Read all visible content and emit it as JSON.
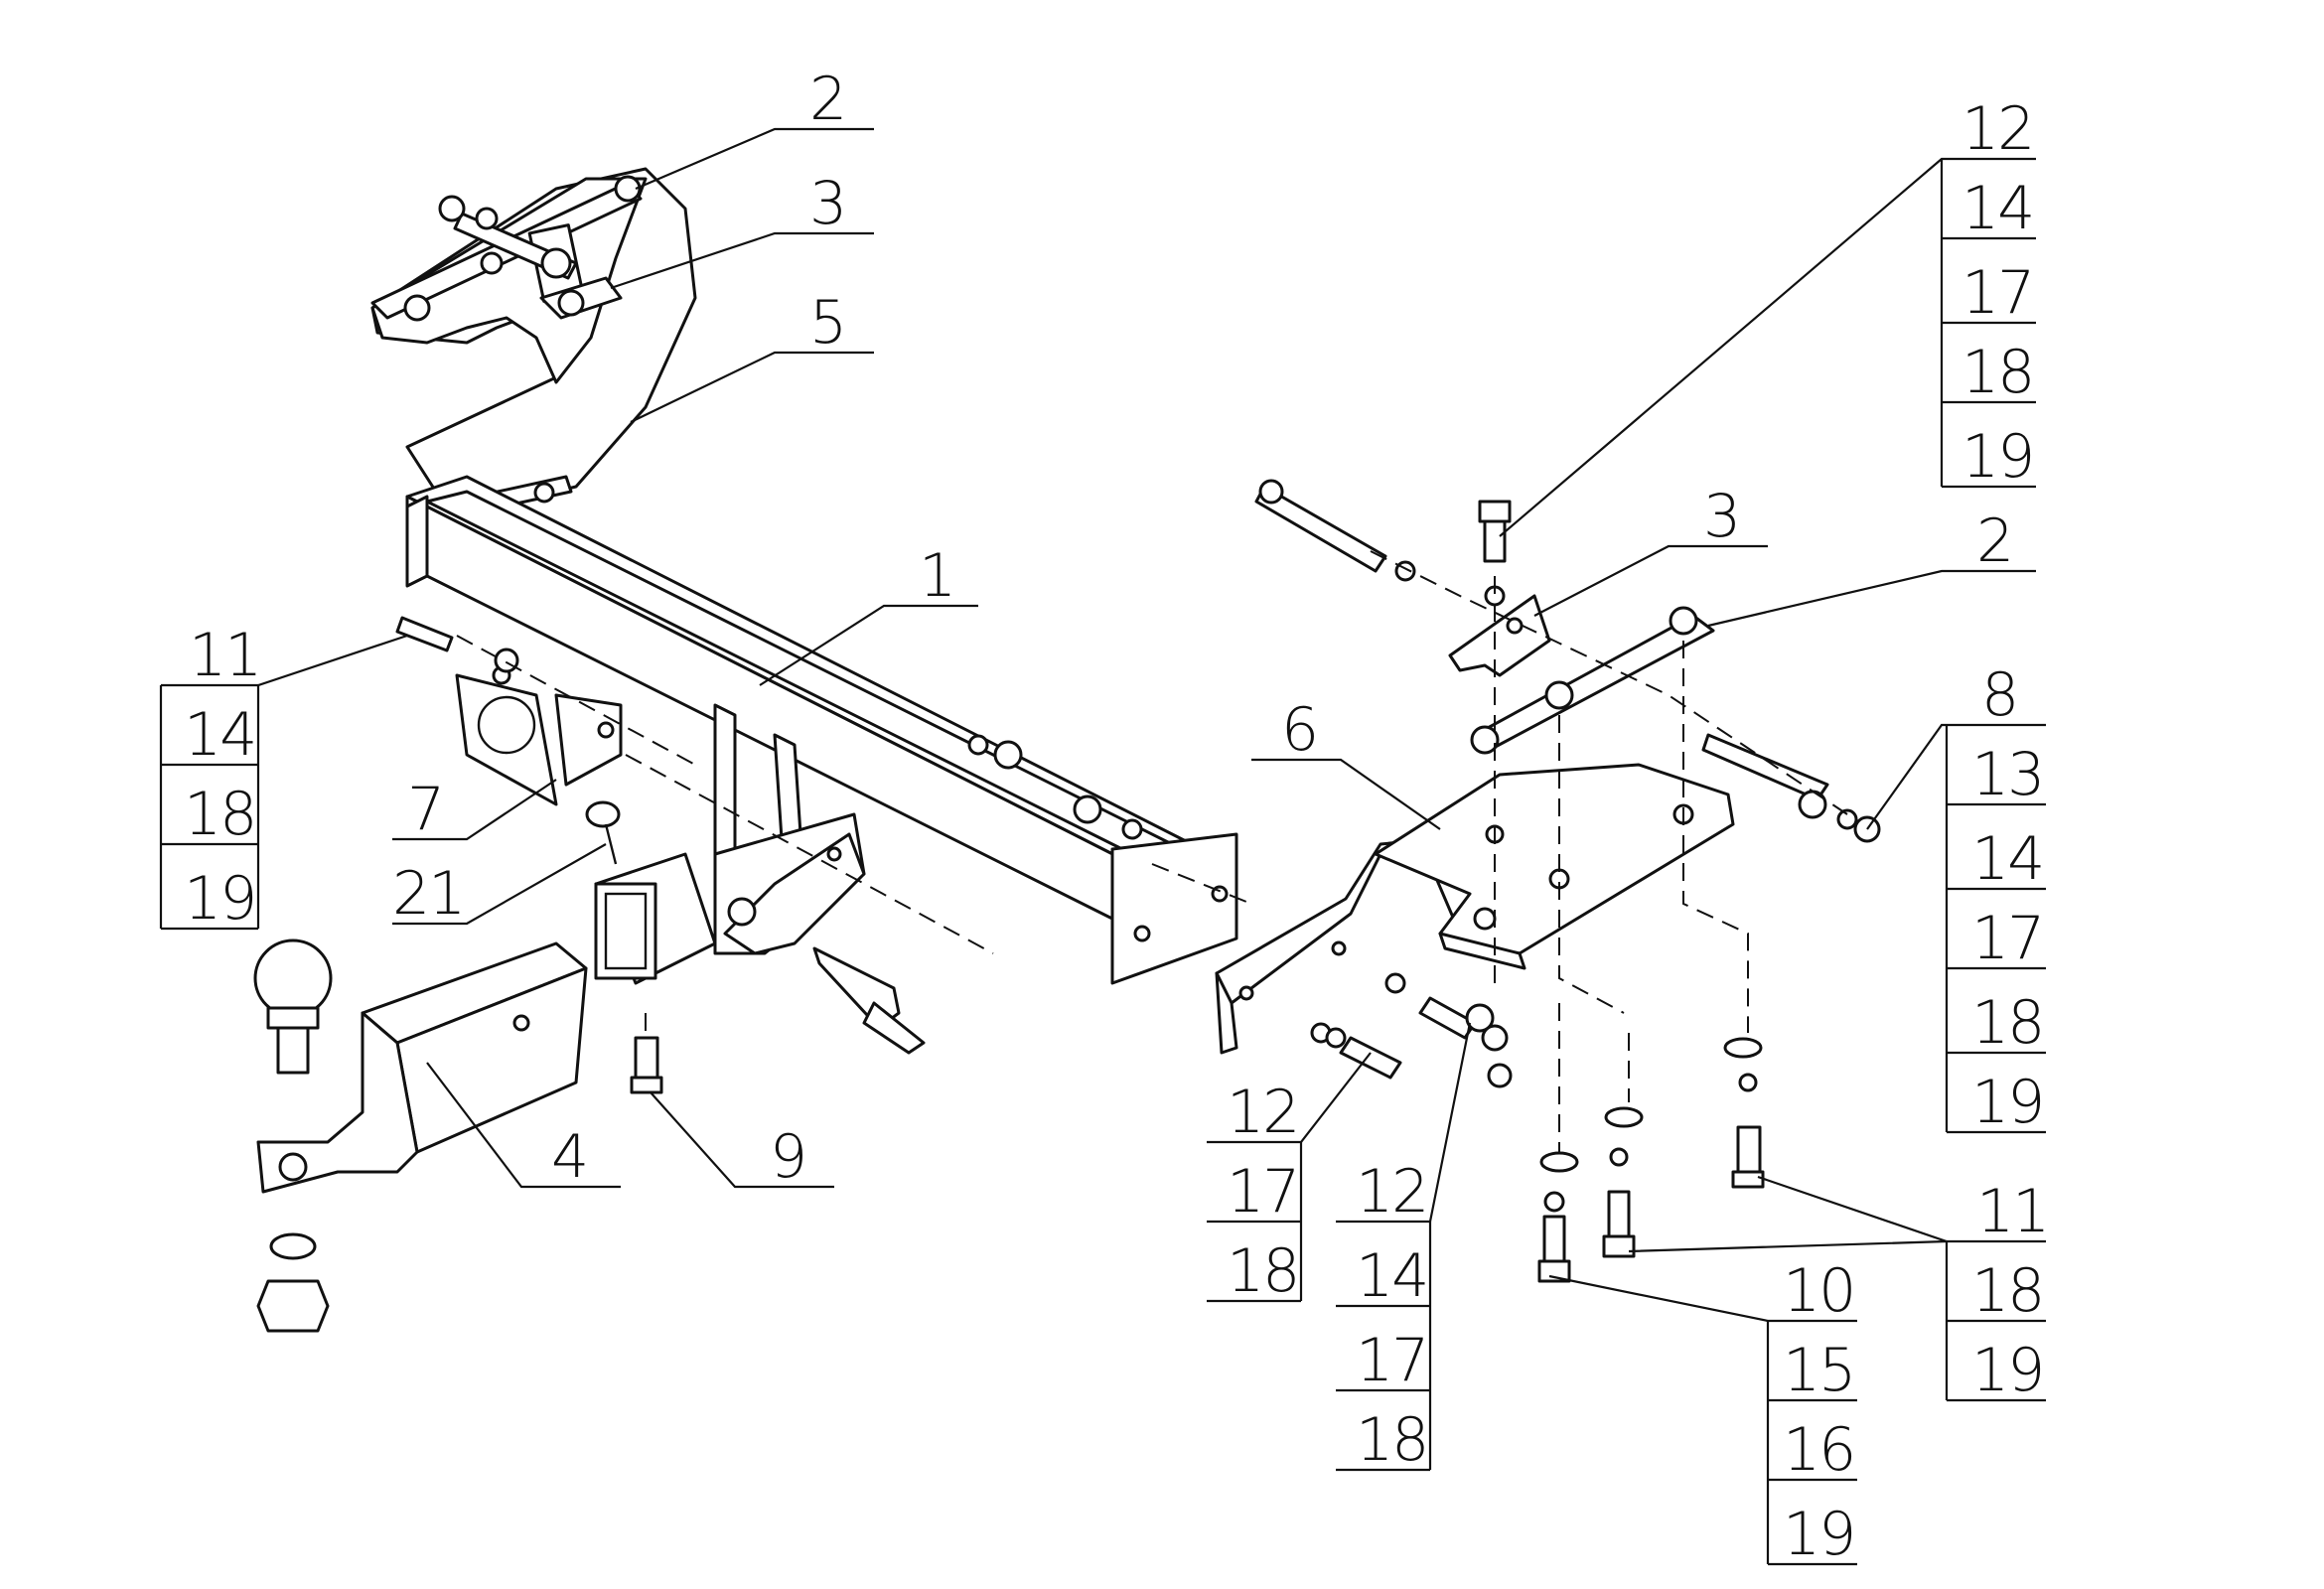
{
  "callouts": {
    "c2_top": "2",
    "c3_top": "3",
    "c5": "5",
    "c1": "1",
    "c11_left": [
      "11",
      "14",
      "18",
      "19"
    ],
    "c7": "7",
    "c21": "21",
    "c4": "4",
    "c9": "9",
    "c12_top_right": [
      "12",
      "14",
      "17",
      "18",
      "19"
    ],
    "c3_right": "3",
    "c2_right": "2",
    "c6": "6",
    "c8": [
      "8",
      "13",
      "14",
      "17",
      "18",
      "19"
    ],
    "c12_a": [
      "12",
      "17",
      "18"
    ],
    "c12_b": [
      "12",
      "14",
      "17",
      "18"
    ],
    "c10": [
      "10",
      "15",
      "16",
      "19"
    ],
    "c11_right": [
      "11",
      "18",
      "19"
    ]
  },
  "colors": {
    "line": "#111111",
    "background": "#ffffff"
  }
}
